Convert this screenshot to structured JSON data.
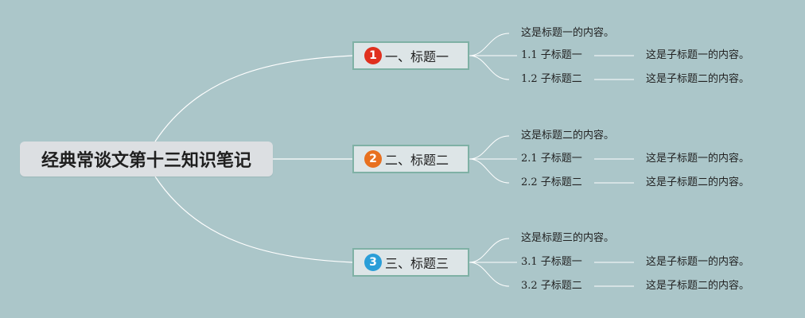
{
  "root": {
    "title": "经典常谈文第十三知识笔记"
  },
  "branches": [
    {
      "number": "1",
      "badge_color": "#e0301e",
      "title": "一、标题一",
      "content": "这是标题一的内容。",
      "subs": [
        {
          "label": "1.1 子标题一",
          "content": "这是子标题一的内容。"
        },
        {
          "label": "1.2 子标题二",
          "content": "这是子标题二的内容。"
        }
      ]
    },
    {
      "number": "2",
      "badge_color": "#e8701f",
      "title": "二、标题二",
      "content": "这是标题二的内容。",
      "subs": [
        {
          "label": "2.1 子标题一",
          "content": "这是子标题一的内容。"
        },
        {
          "label": "2.2 子标题二",
          "content": "这是子标题二的内容。"
        }
      ]
    },
    {
      "number": "3",
      "badge_color": "#2a9ed8",
      "title": "三、标题三",
      "content": "这是标题三的内容。",
      "subs": [
        {
          "label": "3.1 子标题一",
          "content": "这是子标题一的内容。"
        },
        {
          "label": "3.2 子标题二",
          "content": "这是子标题二的内容。"
        }
      ]
    }
  ],
  "colors": {
    "background": "#abc6c9",
    "line": "#ffffff",
    "branch_border": "#7fb1a5"
  }
}
